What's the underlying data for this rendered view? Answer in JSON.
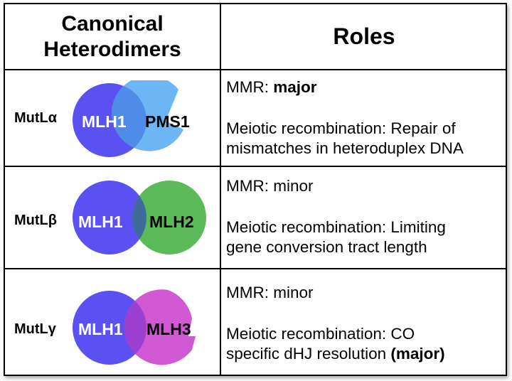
{
  "headers": {
    "left": "Canonical Heterodimers",
    "right": "Roles"
  },
  "colors": {
    "mlh1": "#5b50f2",
    "pms1": "#6cb6f5",
    "mlh2": "#5bbb5b",
    "mlh3": "#d058d2",
    "overlap_b": "#3f6a9c",
    "overlap_g": "#9a3fcf"
  },
  "rows": [
    {
      "complex": "MutLα",
      "left_protein": "MLH1",
      "right_protein": "PMS1",
      "roles": {
        "mmr_prefix": "MMR: ",
        "mmr_value": "major",
        "meiotic_line1": "Meiotic recombination: Repair of",
        "meiotic_line2": "mismatches in heteroduplex DNA"
      }
    },
    {
      "complex": "MutLβ",
      "left_protein": "MLH1",
      "right_protein": "MLH2",
      "roles": {
        "mmr_prefix": "MMR: ",
        "mmr_value": "minor",
        "meiotic_line1": "Meiotic recombination: Limiting",
        "meiotic_line2": "gene conversion tract length"
      }
    },
    {
      "complex": "MutLγ",
      "left_protein": "MLH1",
      "right_protein": "MLH3",
      "roles": {
        "mmr_prefix": "MMR: ",
        "mmr_value": "minor",
        "meiotic_line1": "Meiotic recombination: CO",
        "meiotic_line2_prefix": "specific dHJ resolution ",
        "meiotic_line2_bold": "(major)"
      }
    }
  ]
}
